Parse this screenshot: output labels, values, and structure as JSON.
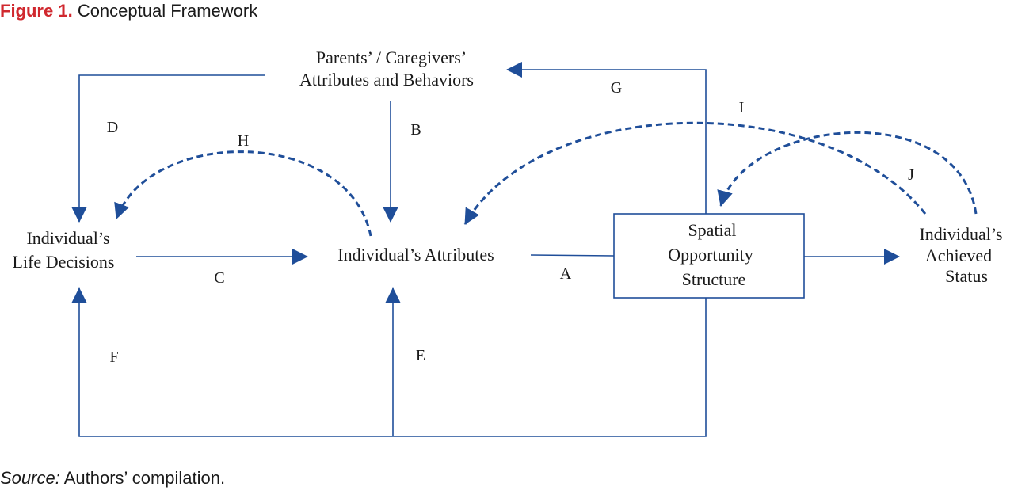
{
  "caption": {
    "label": "Figure 1.",
    "title": "Conceptual Framework"
  },
  "source": {
    "label": "Source:",
    "text": "Authors’ compilation."
  },
  "colors": {
    "line": "#1f4e99",
    "caption_red": "#d0282e",
    "text": "#1a1a1a"
  },
  "nodes": {
    "parents": {
      "line1": "Parents’ / Caregivers’",
      "line2": "Attributes  and Behaviors"
    },
    "life_decisions": {
      "line1": "Individual’s",
      "line2": "Life Decisions"
    },
    "attributes": {
      "line1": "Individual’s  Attributes"
    },
    "spatial": {
      "line1": "Spatial",
      "line2": "Opportunity",
      "line3": "Structure"
    },
    "achieved": {
      "line1": "Individual’s",
      "line2": "Achieved",
      "line3": "Status"
    }
  },
  "edges": {
    "A": "A",
    "B": "B",
    "C": "C",
    "D": "D",
    "E": "E",
    "F": "F",
    "G": "G",
    "H": "H",
    "I": "I",
    "J": "J"
  }
}
